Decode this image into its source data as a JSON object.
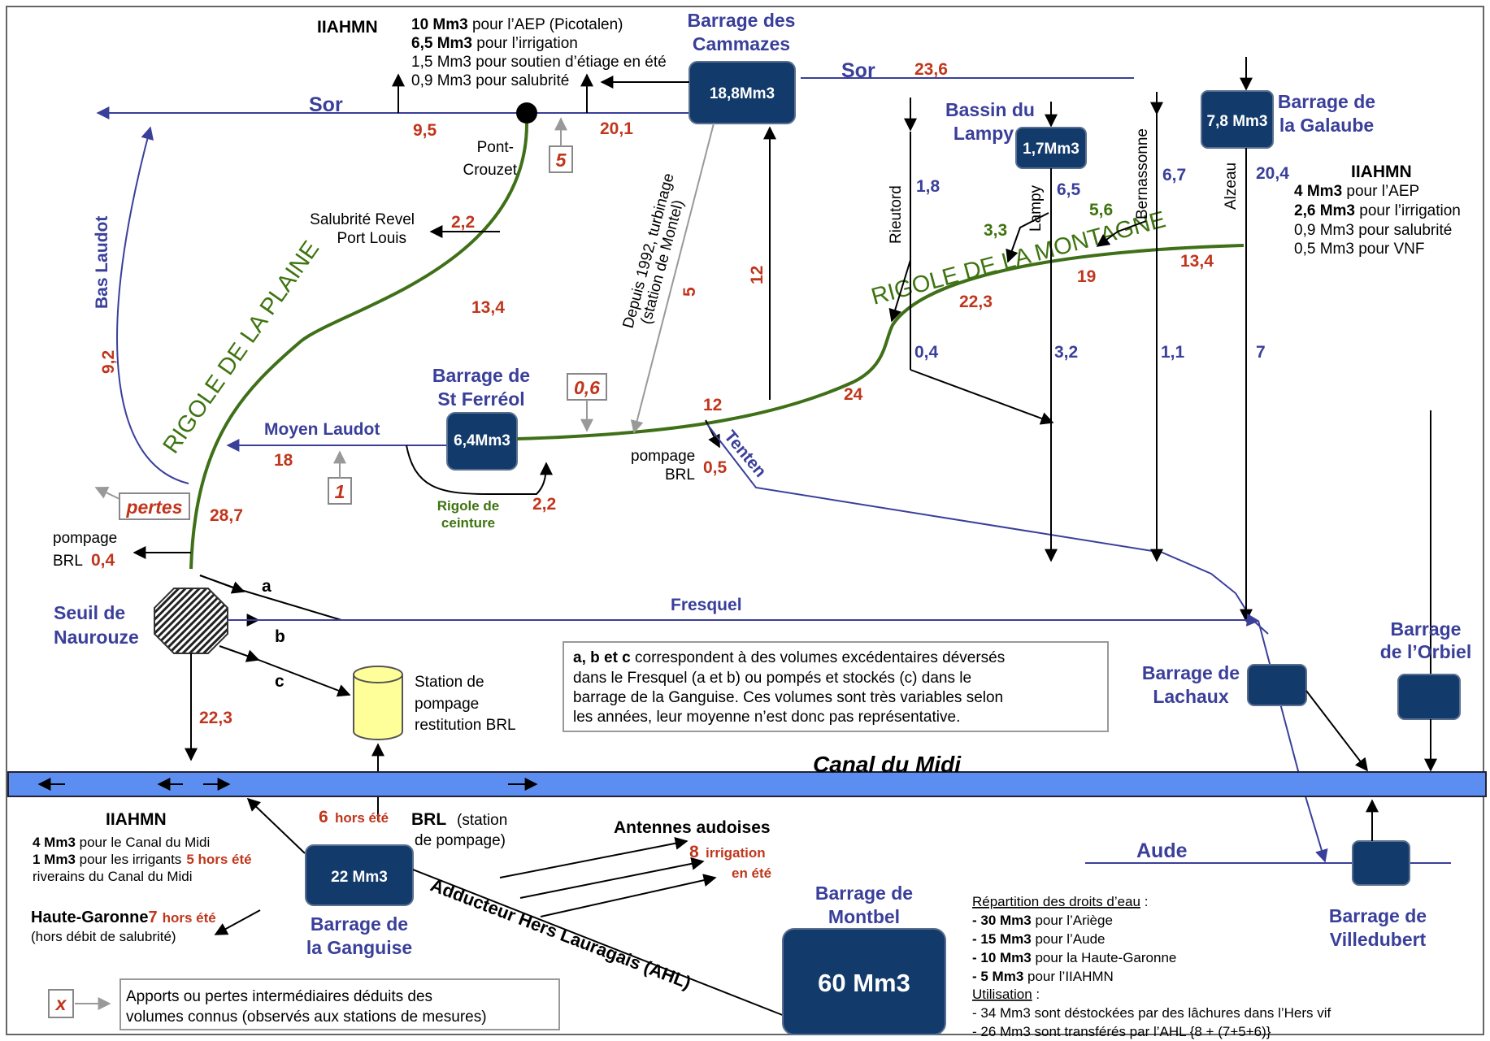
{
  "title": "Canal du Midi",
  "rivers": {
    "sor": "Sor",
    "bas_laudot": "Bas Laudot",
    "moyen_laudot": "Moyen Laudot",
    "fresquel": "Fresquel",
    "aude": "Aude",
    "tenten": "Tenten",
    "rieutord": "Rieutord",
    "lampy": "Lampy",
    "bernassonne": "Bernassonne",
    "alzeau": "Alzeau"
  },
  "rigoles": {
    "plaine": "RIGOLE DE LA PLAINE",
    "montagne": "RIGOLE DE LA  MONTAGNE",
    "ceinture_1": "Rigole de",
    "ceinture_2": "ceinture"
  },
  "dams": {
    "cammazes": {
      "name1": "Barrage des",
      "name2": "Cammazes",
      "volume": "18,8Mm3"
    },
    "lampy": {
      "name1": "Bassin du",
      "name2": "Lampy",
      "volume": "1,7Mm3"
    },
    "galaube": {
      "name1": "Barrage de",
      "name2": "la Galaube",
      "volume": "7,8 Mm3"
    },
    "stferreol": {
      "name1": "Barrage de",
      "name2": "St Ferréol",
      "volume": "6,4Mm3"
    },
    "lachaux": {
      "name1": "Barrage de",
      "name2": "Lachaux"
    },
    "orbiel": {
      "name1": "Barrage",
      "name2": "de l’Orbiel"
    },
    "villedubert": {
      "name1": "Barrage de",
      "name2": "Villedubert"
    },
    "ganguise": {
      "name1": "Barrage de",
      "name2": "la Ganguise",
      "volume": "22 Mm3"
    },
    "montbel": {
      "name1": "Barrage de",
      "name2": "Montbel",
      "volume": "60 Mm3"
    }
  },
  "iiahmn_top": {
    "title": "IIAHMN",
    "l1b": "10 Mm3",
    "l1": " pour l’AEP (Picotalen)",
    "l2b": "6,5 Mm3",
    "l2": " pour l’irrigation",
    "l3": "1,5 Mm3 pour soutien d’étiage en été",
    "l4": "0,9 Mm3 pour salubrité"
  },
  "iiahmn_right": {
    "title": "IIAHMN",
    "l1b": "4 Mm3",
    "l1": " pour l’AEP",
    "l2b": "2,6 Mm3",
    "l2": " pour l’irrigation",
    "l3": "0,9 Mm3 pour salubrité",
    "l4": "0,5 Mm3 pour VNF"
  },
  "iiahmn_bottom": {
    "title": "IIAHMN",
    "l1b": "4 Mm3",
    "l1": " pour le Canal du Midi",
    "l2b": "1 Mm3",
    "l2": " pour les irrigants",
    "l2red": "5 hors été",
    "l3": "riverains du Canal du Midi"
  },
  "places": {
    "pont1": "Pont-",
    "pont2": "Crouzet",
    "salubrite1": "Salubrité Revel",
    "salubrite2": "Port Louis",
    "seuil1": "Seuil de",
    "seuil2": "Naurouze",
    "pompage": "pompage",
    "brl": "BRL",
    "station1": "Station de",
    "station2": "pompage",
    "station3": "restitution BRL",
    "depuis1": "Depuis 1992, turbinage",
    "depuis2": "(station de Montel)",
    "pertes": "pertes",
    "antennes": "Antennes audoises",
    "irrig1": "irrigation",
    "irrig2": "en été",
    "brl_station_b": "BRL",
    "brl_station1": " (station",
    "brl_station2": "de pompage)",
    "hors_ete": "hors été",
    "hg": "Haute-Garonne",
    "hg_red": "7",
    "hg_red2": "hors été",
    "hg2": "(hors débit de salubrité)",
    "ahl": "Adducteur Hers Lauragais (AHL)"
  },
  "values": {
    "sor_236": "23,6",
    "v95": "9,5",
    "v201": "20,1",
    "v22": "2,2",
    "v134": "13,4",
    "v92": "9,2",
    "v18": "18",
    "v287": "28,7",
    "v04": "0,4",
    "v223": "22,3",
    "v12a": "12",
    "v12b": "12",
    "v24": "24",
    "v05": "0,5",
    "v22b": "2,2",
    "v223b": "22,3",
    "v19": "19",
    "v134b": "13,4",
    "v5": "5",
    "v18b": "1,8",
    "v65": "6,5",
    "v67": "6,7",
    "v204": "20,4",
    "v33": "3,3",
    "v56": "5,6",
    "v04b": "0,4",
    "v32": "3,2",
    "v11": "1,1",
    "v7": "7",
    "v6": "6",
    "v8": "8",
    "box5": "5",
    "box1": "1",
    "box06": "0,6"
  },
  "abc": {
    "a": "a",
    "b": "b",
    "c": "c"
  },
  "note": {
    "b": "a, b et c",
    "l1": " correspondent à des volumes excédentaires déversés",
    "l2": "dans le Fresquel (a et b) ou pompés et stockés (c) dans le",
    "l3": "barrage de la Ganguise. Ces volumes sont très variables selon",
    "l4": "les années, leur moyenne n’est donc pas représentative."
  },
  "legend": {
    "x": "x",
    "text1": "Apports ou pertes intermédiaires déduits des",
    "text2": "volumes connus (observés aux stations de mesures)"
  },
  "repartition": {
    "title": "Répartition des droits d’eau",
    "title_sep": " :",
    "r1b": "- 30 Mm3",
    "r1": " pour l’Ariège",
    "r2b": "- 15 Mm3",
    "r2": " pour l’Aude",
    "r3b": "- 10 Mm3",
    "r3": " pour la Haute-Garonne",
    "r4b": "- 5 Mm3",
    "r4": " pour l’IIAHMN",
    "util": "Utilisation",
    "util_sep": " :",
    "u1": "- 34 Mm3 sont déstockées par des lâchures dans l’Hers vif",
    "u2": "- 26 Mm3 sont transférés par l’AHL {8 + (7+5+6)}"
  },
  "colors": {
    "river": "#3a3f9a",
    "rigole": "#3f7018",
    "value": "#c0361c",
    "dam": "#123a6b",
    "canal": "#5b8ef0"
  }
}
